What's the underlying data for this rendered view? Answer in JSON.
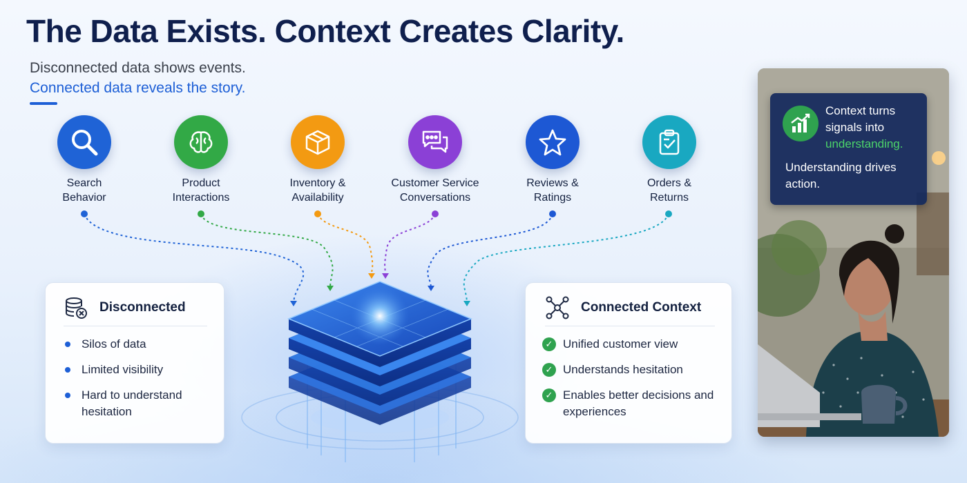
{
  "header": {
    "title": "The Data Exists. Context Creates Clarity.",
    "subtitle_line1": "Disconnected data shows events.",
    "subtitle_line2": "Connected data reveals the story."
  },
  "sources": [
    {
      "label": "Search\nBehavior",
      "icon": "search-icon",
      "color": "#1f63d6"
    },
    {
      "label": "Product\nInteractions",
      "icon": "brain-icon",
      "color": "#32a946"
    },
    {
      "label": "Inventory &\nAvailability",
      "icon": "box-icon",
      "color": "#f39a12"
    },
    {
      "label": "Customer Service\nConversations",
      "icon": "chat-icon",
      "color": "#8b40d6"
    },
    {
      "label": "Reviews &\nRatings",
      "icon": "star-icon",
      "color": "#1d58d4"
    },
    {
      "label": "Orders &\nReturns",
      "icon": "clipboard-icon",
      "color": "#19a8c1"
    }
  ],
  "disconnected": {
    "title": "Disconnected",
    "icon": "database-x-icon",
    "items": [
      "Silos of data",
      "Limited visibility",
      "Hard to understand hesitation"
    ]
  },
  "connected": {
    "title": "Connected Context",
    "icon": "network-icon",
    "items": [
      "Unified customer view",
      "Understands hesitation",
      "Enables better decisions and experiences"
    ]
  },
  "callout": {
    "line1": "Context turns signals into",
    "highlight": "understanding.",
    "line2": "Understanding drives action."
  },
  "colors": {
    "accent": "#1d5fd6",
    "navy": "#0f1f4d",
    "green": "#2fa24f"
  }
}
